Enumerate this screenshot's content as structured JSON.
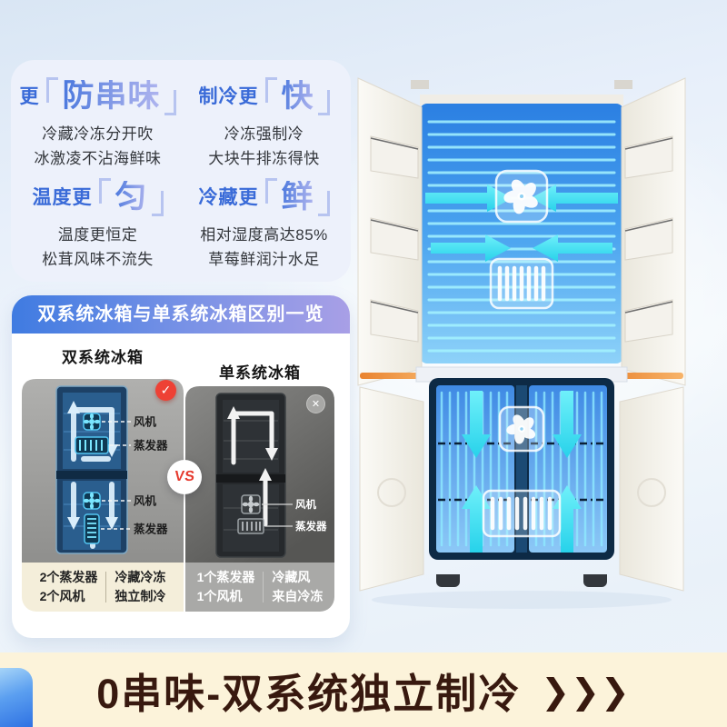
{
  "colors": {
    "accent_blue": "#3a6bd8",
    "headline_gradient_start": "#4e7ade",
    "headline_gradient_end": "#abb2ee",
    "header_gradient_start": "#3f7be1",
    "header_gradient_end": "#a89fe6",
    "badge_red": "#ee4135",
    "vs_red": "#e63a2e",
    "airflow_cyan": "#3be0f2",
    "banner_bg": "#fcf3da",
    "banner_text": "#38190f",
    "caption_cream": "#f4eeda",
    "caption_gray": "#a9a9a7"
  },
  "features": {
    "items": [
      {
        "prefix": "更",
        "highlight": "防串味",
        "line1": "冷藏冷冻分开吹",
        "line2": "冰激凌不沾海鲜味"
      },
      {
        "prefix": "制冷更",
        "highlight": "快",
        "line1": "冷冻强制冷",
        "line2": "大块牛排冻得快"
      },
      {
        "prefix": "温度更",
        "highlight": "匀",
        "line1": "温度更恒定",
        "line2": "松茸风味不流失"
      },
      {
        "prefix": "冷藏更",
        "highlight": "鲜",
        "line1": "相对湿度高达85%",
        "line2": "草莓鲜润汁水足"
      }
    ]
  },
  "comparison": {
    "title": "双系统冰箱与单系统冰箱区别一览",
    "vs_label": "VS",
    "badges": {
      "check": "✓",
      "cross": "✕"
    },
    "dual": {
      "heading": "双系统冰箱",
      "fan_label": "风机",
      "evap_label": "蒸发器",
      "captions": {
        "col1_line1": "2个蒸发器",
        "col1_line2": "2个风机",
        "col2_line1": "冷藏冷冻",
        "col2_line2": "独立制冷"
      }
    },
    "single": {
      "heading": "单系统冰箱",
      "fan_label": "风机",
      "evap_label": "蒸发器",
      "captions": {
        "col1_line1": "1个蒸发器",
        "col1_line2": "1个风机",
        "col2_line1": "冷藏风",
        "col2_line2": "来自冷冻"
      }
    }
  },
  "banner": {
    "title": "0串味-双系统独立制冷",
    "arrows": "❯❯❯"
  }
}
